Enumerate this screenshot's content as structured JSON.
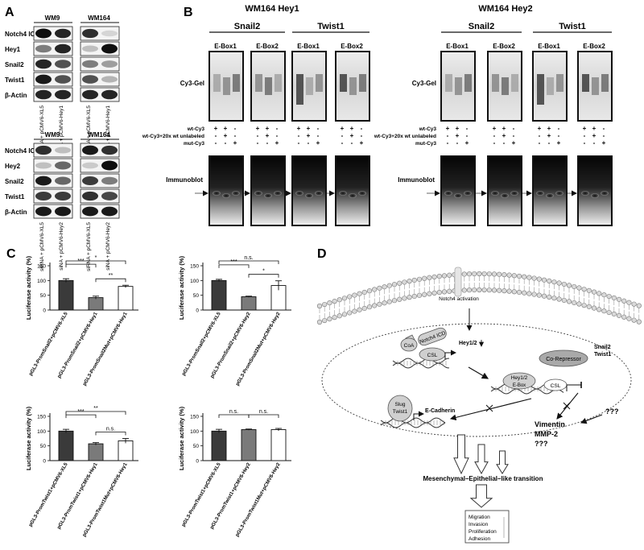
{
  "panels": {
    "A": {
      "label": "A",
      "top": {
        "lines": [
          "WM9",
          "WM164"
        ],
        "rows": [
          "Notch4 ICD",
          "Hey1",
          "Snail2",
          "Twist1",
          "β-Actin"
        ],
        "lanes": [
          "sihNA + pCMV6-XL5",
          "siNA + pCMV6-Hey1",
          "siRNA + pCMV6-XL5",
          "siNA + pCMV6-Hey1"
        ]
      },
      "bottom": {
        "lines": [
          "WM9",
          "WM164"
        ],
        "rows": [
          "Notch4 ICD",
          "Hey2",
          "Snail2",
          "Twist1",
          "β-Actin"
        ],
        "lanes": [
          "siRNA + pCMV6-XL5",
          "siNA + pCMV6-Hey2",
          "siRNA + pCMV6-XL5",
          "siNA + pCMV6-Hey2"
        ]
      }
    },
    "B": {
      "label": "B",
      "sets": [
        {
          "title": "WM164 Hey1",
          "groups": [
            "Snail2",
            "Twist1"
          ],
          "boxes": [
            "E-Box1",
            "E-Box2",
            "E-Box1",
            "E-Box2"
          ],
          "gel_label": "Cy3-Gel",
          "blot_label": "Immunoblot",
          "conditions": [
            "wt-Cy3",
            "wt-Cy3+20x wt unlabeled",
            "mut-Cy3"
          ],
          "signs": [
            [
              "+",
              "+",
              "-"
            ],
            [
              "-",
              "+",
              "-"
            ],
            [
              "-",
              "-",
              "+"
            ]
          ]
        },
        {
          "title": "WM164 Hey2",
          "groups": [
            "Snail2",
            "Twist1"
          ],
          "boxes": [
            "E-Box1",
            "E-Box2",
            "E-Box1",
            "E-Box2"
          ],
          "gel_label": "Cy3-Gel",
          "blot_label": "Immunoblot",
          "conditions": [
            "wt-Cy3",
            "wt-Cy3+20x wt unlabeled",
            "mut-Cy3"
          ],
          "signs": [
            [
              "+",
              "+",
              "-"
            ],
            [
              "-",
              "+",
              "-"
            ],
            [
              "-",
              "-",
              "+"
            ]
          ]
        }
      ]
    },
    "C": {
      "label": "C"
    },
    "D": {
      "label": "D",
      "notch_label": "Notch4 activation",
      "notch_icd": "Notch4 ICD",
      "coa": "CoA",
      "csl": "CSL",
      "hey_target": "Hey1/2",
      "hey_box": "Hey1/2",
      "ebox": "E-Box",
      "corepressor": "Co-Repressor",
      "csl2": "CSL",
      "snail_twist": [
        "Snail2",
        "Twist1"
      ],
      "slug_twist": [
        "Slug",
        "Twist1"
      ],
      "ecadherin": "E-Cadherin",
      "unknown": "???",
      "vimentin": [
        "Vimentin",
        "MMP-2",
        "???"
      ],
      "met": "Mesenchymal–Epithelial–like transition",
      "outcomes": [
        "Migration",
        "Invasion",
        "Proliferation",
        "Adhesion"
      ]
    }
  },
  "chart_data": [
    {
      "type": "bar",
      "ylabel": "Luciferase activity (%)",
      "ylim": [
        0,
        150
      ],
      "yticks": [
        0,
        50,
        100,
        150
      ],
      "categories": [
        "pGL3-PromSnail2+pCMV6-XL5",
        "pGL3-PromSnail2+pCMV6-Hey1",
        "pGL3-PromSnail2Mut+pCMV6-Hey1"
      ],
      "values": [
        100,
        42,
        80
      ],
      "errors": [
        6,
        5,
        4
      ],
      "significance": [
        {
          "a": 0,
          "b": 1,
          "label": "***"
        },
        {
          "a": 1,
          "b": 2,
          "label": "**"
        },
        {
          "a": 0,
          "b": 2,
          "label": "*"
        }
      ]
    },
    {
      "type": "bar",
      "ylabel": "Luciferase activity (%)",
      "ylim": [
        0,
        150
      ],
      "yticks": [
        0,
        50,
        100,
        150
      ],
      "categories": [
        "pGL3-PromSnail2+pCMV6-XL5",
        "pGL3-PromSnail2+pCMV6-Hey2",
        "pGL3-PromSnail2Mut+pCMV6-Hey2"
      ],
      "values": [
        100,
        45,
        83
      ],
      "errors": [
        4,
        2,
        16
      ],
      "significance": [
        {
          "a": 0,
          "b": 1,
          "label": "***"
        },
        {
          "a": 1,
          "b": 2,
          "label": "*"
        },
        {
          "a": 0,
          "b": 2,
          "label": "n.s."
        }
      ]
    },
    {
      "type": "bar",
      "ylabel": "Luciferase activity (%)",
      "ylim": [
        0,
        150
      ],
      "yticks": [
        0,
        50,
        100,
        150
      ],
      "categories": [
        "pGL3-PromTwist1+pCMV6-XL5",
        "pGL3-PromTwist1+pCMV6-Hey1",
        "pGL3-PromTwist1Mut+pCMV6-Hey1"
      ],
      "values": [
        100,
        57,
        67
      ],
      "errors": [
        6,
        4,
        8
      ],
      "significance": [
        {
          "a": 0,
          "b": 1,
          "label": "***"
        },
        {
          "a": 1,
          "b": 2,
          "label": "n.s."
        },
        {
          "a": 0,
          "b": 2,
          "label": "**"
        }
      ]
    },
    {
      "type": "bar",
      "ylabel": "Luciferase activity (%)",
      "ylim": [
        0,
        150
      ],
      "yticks": [
        0,
        50,
        100,
        150
      ],
      "categories": [
        "pGL3-PromTwist1+pCMV6-XL5",
        "pGL3-PromTwist1+pCMV6-Hey2",
        "pGL3-PromTwist1Mut+pCMV6-Hey2"
      ],
      "values": [
        100,
        105,
        105
      ],
      "errors": [
        6,
        2,
        4
      ],
      "significance": [
        {
          "a": 0,
          "b": 1,
          "label": "n.s."
        },
        {
          "a": 1,
          "b": 2,
          "label": "n.s."
        }
      ]
    }
  ]
}
